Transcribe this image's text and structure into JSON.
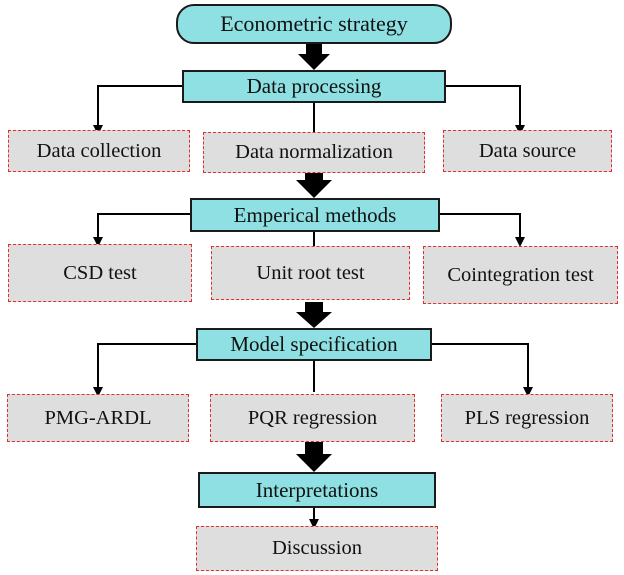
{
  "nodes": {
    "econometric_strategy": "Econometric strategy",
    "data_processing": "Data processing",
    "data_collection": "Data collection",
    "data_normalization": "Data normalization",
    "data_source": "Data source",
    "emperical_methods": "Emperical methods",
    "csd_test": "CSD test",
    "unit_root_test": "Unit root test",
    "cointegration_test": "Cointegration test",
    "model_specification": "Model specification",
    "pmg_ardl": "PMG-ARDL",
    "pqr_regression": "PQR regression",
    "pls_regression": "PLS regression",
    "interpretations": "Interpretations",
    "discussion": "Discussion"
  },
  "colors": {
    "header_fill": "#8ee0e3",
    "sub_fill": "#dedede",
    "dash_border": "#e0302a",
    "connector": "#000000"
  }
}
